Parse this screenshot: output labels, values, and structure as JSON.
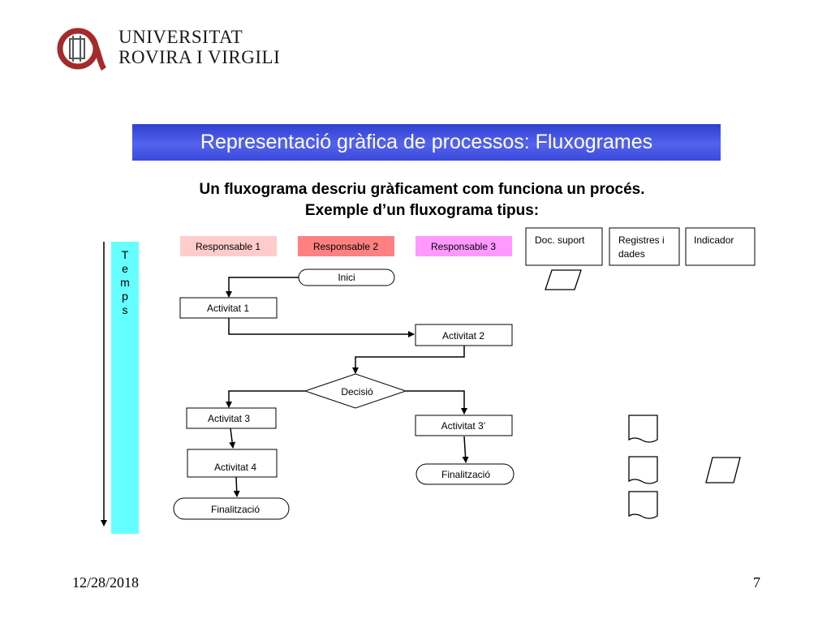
{
  "header": {
    "logo_line1": "UNIVERSITAT",
    "logo_line2": "ROVIRA I VIRGILI"
  },
  "title": "Representació gràfica de processos: Fluxogrames",
  "subtitle_line1": "Un fluxograma descriu gràficament com funciona un procés.",
  "subtitle_line2": "Exemple d’un fluxograma tipus:",
  "lanes": {
    "responsable1": "Responsable 1",
    "responsable2": "Responsable 2",
    "responsable3": "Responsable 3"
  },
  "columns": {
    "doc_suport": "Doc. suport",
    "registres_line1": "Registres i",
    "registres_line2": "dades",
    "indicador": "Indicador"
  },
  "temps": [
    "T",
    "e",
    "m",
    "p",
    "s"
  ],
  "nodes": {
    "inici": "Inici",
    "activitat1": "Activitat 1",
    "activitat2": "Activitat 2",
    "decisio": "Decisió",
    "activitat3": "Activitat 3",
    "activitat3b": "Activitat 3’",
    "activitat4": "Activitat 4",
    "finalitzacio_left": "Finalització",
    "finalitzacio_right": "Finalització"
  },
  "colors": {
    "title_bar": "#3f4fe0",
    "responsable1": "#ffcccc",
    "responsable2": "#ff8080",
    "responsable3": "#ff99ff",
    "temps": "#66ffff",
    "logo_red": "#a52a2a"
  },
  "footer": {
    "date": "12/28/2018",
    "page": "7"
  }
}
